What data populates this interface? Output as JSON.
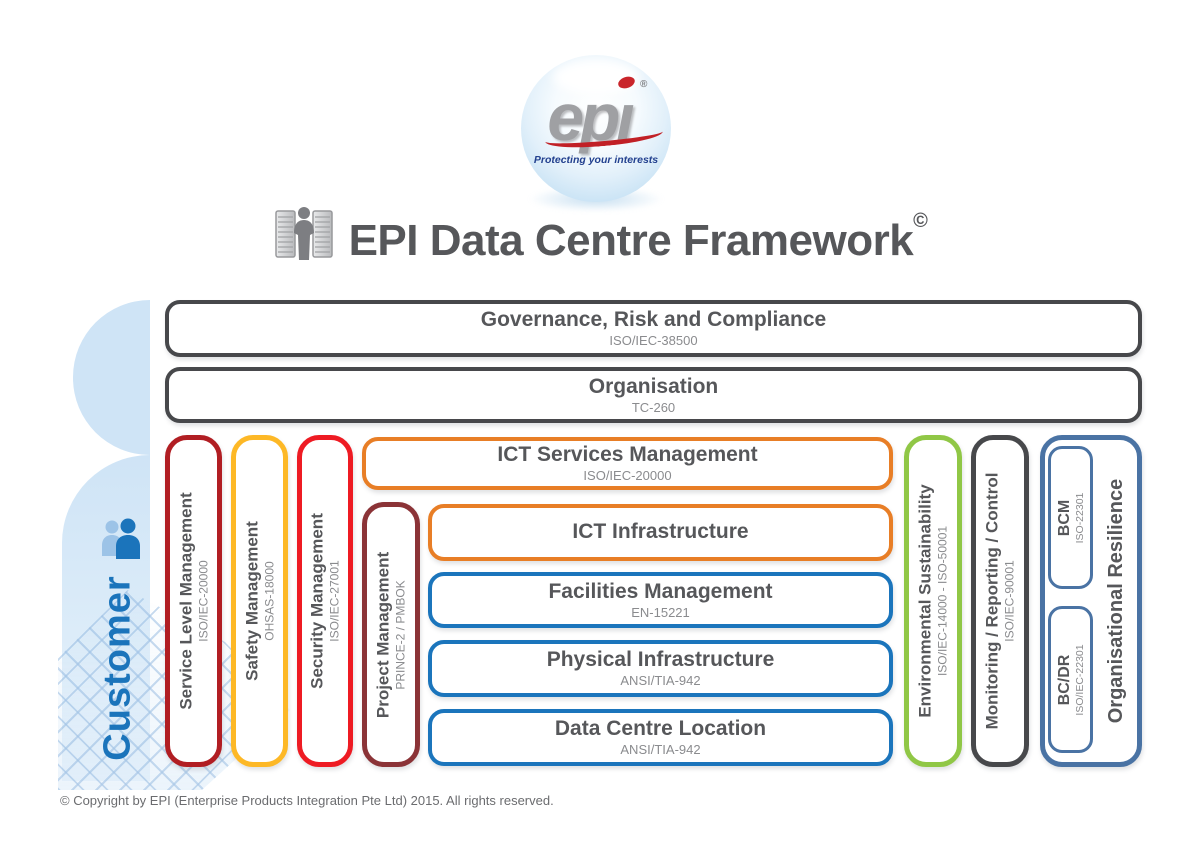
{
  "colors": {
    "frame_gray": "#47484b",
    "crimson": "#b11e23",
    "amber": "#fdb826",
    "red": "#ee1b23",
    "maroon": "#8b3337",
    "orange": "#e87e26",
    "blue": "#1b75bc",
    "green": "#90c746",
    "steel_blue": "#4a73a4",
    "customer_blue": "#1b74bb",
    "logo_red": "#c12026",
    "tagline_blue": "#23418f"
  },
  "logo": {
    "wordmark": "epı",
    "registered": "®",
    "tagline": "Protecting your interests"
  },
  "header": {
    "title": "EPI Data Centre Framework",
    "copyright": "©"
  },
  "customer": {
    "label": "Customer"
  },
  "bars": {
    "governance": {
      "title": "Governance, Risk and Compliance",
      "subtitle": "ISO/IEC-38500"
    },
    "organisation": {
      "title": "Organisation",
      "subtitle": "TC-260"
    }
  },
  "pillars": {
    "service_level": {
      "title": "Service Level Management",
      "subtitle": "ISO/IEC-20000"
    },
    "safety": {
      "title": "Safety Management",
      "subtitle": "OHSAS-18000"
    },
    "security": {
      "title": "Security Management",
      "subtitle": "ISO/IEC-27001"
    },
    "project": {
      "title": "Project Management",
      "subtitle": "PRINCE-2 / PMBOK"
    },
    "environmental": {
      "title": "Environmental Sustainability",
      "subtitle": "ISO/IEC-14000 - ISO-50001"
    },
    "monitoring": {
      "title": "Monitoring / Reporting / Control",
      "subtitle": "ISO/IEC-90001"
    },
    "resilience": {
      "title": "Organisational Resilience"
    }
  },
  "stack": {
    "ict_services": {
      "title": "ICT Services Management",
      "subtitle": "ISO/IEC-20000"
    },
    "ict_infrastructure": {
      "title": "ICT Infrastructure"
    },
    "facilities": {
      "title": "Facilities Management",
      "subtitle": "EN-15221"
    },
    "physical": {
      "title": "Physical Infrastructure",
      "subtitle": "ANSI/TIA-942"
    },
    "location": {
      "title": "Data Centre Location",
      "subtitle": "ANSI/TIA-942"
    }
  },
  "resilience_boxes": {
    "bcm": {
      "title": "BCM",
      "subtitle": "ISO-22301"
    },
    "bcdr": {
      "title": "BC/DR",
      "subtitle": "ISO/IEC-22301"
    }
  },
  "footer": {
    "text": "© Copyright by EPI (Enterprise Products Integration Pte Ltd) 2015. All rights reserved."
  }
}
